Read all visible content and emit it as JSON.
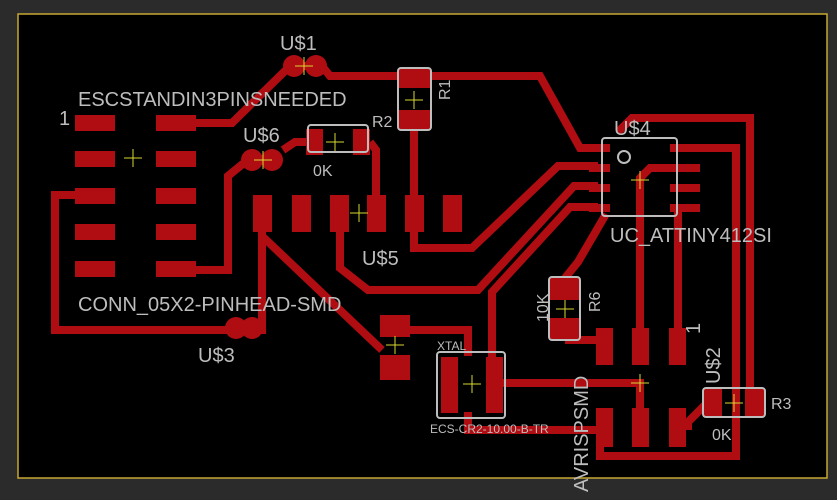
{
  "colors": {
    "background": "#2b2b2b",
    "board": "#000000",
    "outline": "#c8a832",
    "copper": "#b00d12",
    "silk": "#bdbdbd",
    "origin": "#d8d830"
  },
  "labels": {
    "conn_name": "ESCSTANDIN3PINSNEEDED",
    "conn_pin1": "1",
    "conn_value": "CONN_05X2-PINHEAD-SMD",
    "u1": "U$1",
    "u3": "U$3",
    "u5": "U$5",
    "u6": "U$6",
    "r1": "R1",
    "r2": "R2",
    "r2_value": "0K",
    "r6": "R6",
    "r6_value": "10K",
    "r3": "R3",
    "r3_value": "0K",
    "u4": "U$4",
    "u4_value": "UC_ATTINY412SI",
    "xtal": "XTAL",
    "xtal_value": "ECS-CR2-10.00-B-TR",
    "u2": "U$2",
    "u2_pin1": "1",
    "u2_value": "AVRISPSMD"
  }
}
